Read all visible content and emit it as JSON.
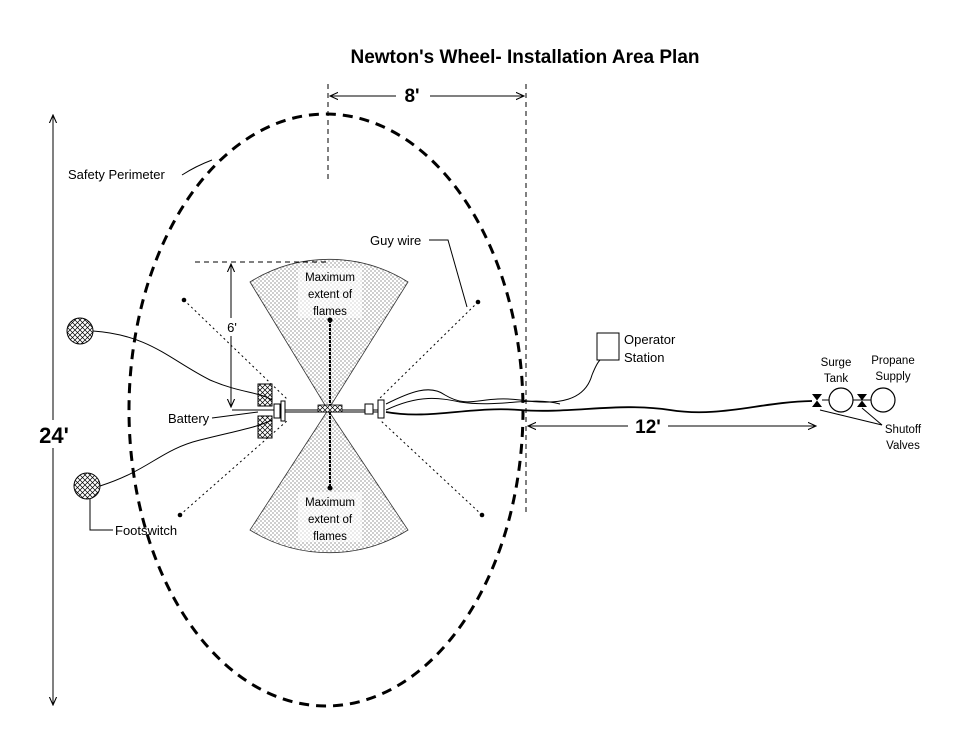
{
  "title": "Newton's Wheel- Installation Area Plan",
  "dimensions": {
    "width_radius": "8'",
    "height_total": "24'",
    "wheel_arm": "6'",
    "supply_distance": "12'"
  },
  "labels": {
    "safety_perimeter": "Safety Perimeter",
    "guy_wire": "Guy wire",
    "flames_top": [
      "Maximum",
      "extent of",
      "flames"
    ],
    "flames_bottom": [
      "Maximum",
      "extent of",
      "flames"
    ],
    "battery": "Battery",
    "footswitch": "Footswitch",
    "operator_station": [
      "Operator",
      "Station"
    ],
    "surge_tank": [
      "Surge",
      "Tank"
    ],
    "propane_supply": [
      "Propane",
      "Supply"
    ],
    "shutoff_valves": [
      "Shutoff",
      "Valves"
    ]
  }
}
